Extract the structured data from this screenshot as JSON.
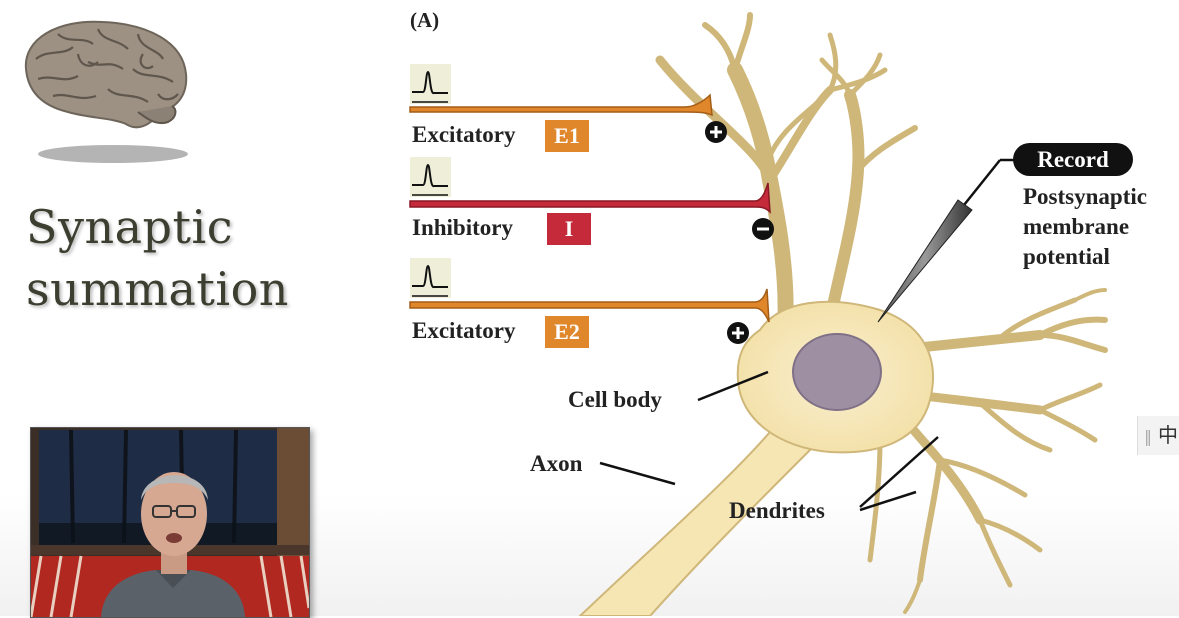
{
  "slide": {
    "title_lines": [
      "Synaptic",
      "summation"
    ]
  },
  "diagram": {
    "panel_letter": "(A)",
    "inputs": [
      {
        "label": "Excitatory",
        "badge": "E1",
        "sign": "+",
        "color": "#e0862b"
      },
      {
        "label": "Inhibitory",
        "badge": "I",
        "sign": "−",
        "color": "#c42a3a"
      },
      {
        "label": "Excitatory",
        "badge": "E2",
        "sign": "+",
        "color": "#e0862b"
      }
    ],
    "record_label": "Record",
    "record_desc_lines": [
      "Postsynaptic",
      "membrane",
      "potential"
    ],
    "labels": {
      "cell_body": "Cell body",
      "axon": "Axon",
      "dendrites": "Dendrites"
    },
    "colors": {
      "neuron_fill": "#f6e6b3",
      "neuron_outline": "#cfb77a",
      "nucleus": "#9e8fa3"
    }
  },
  "side_widget": {
    "grip": "‖",
    "text": "中"
  },
  "icons": [
    "brain-image",
    "presenter-webcam",
    "electrode-icon",
    "trace-icon"
  ]
}
